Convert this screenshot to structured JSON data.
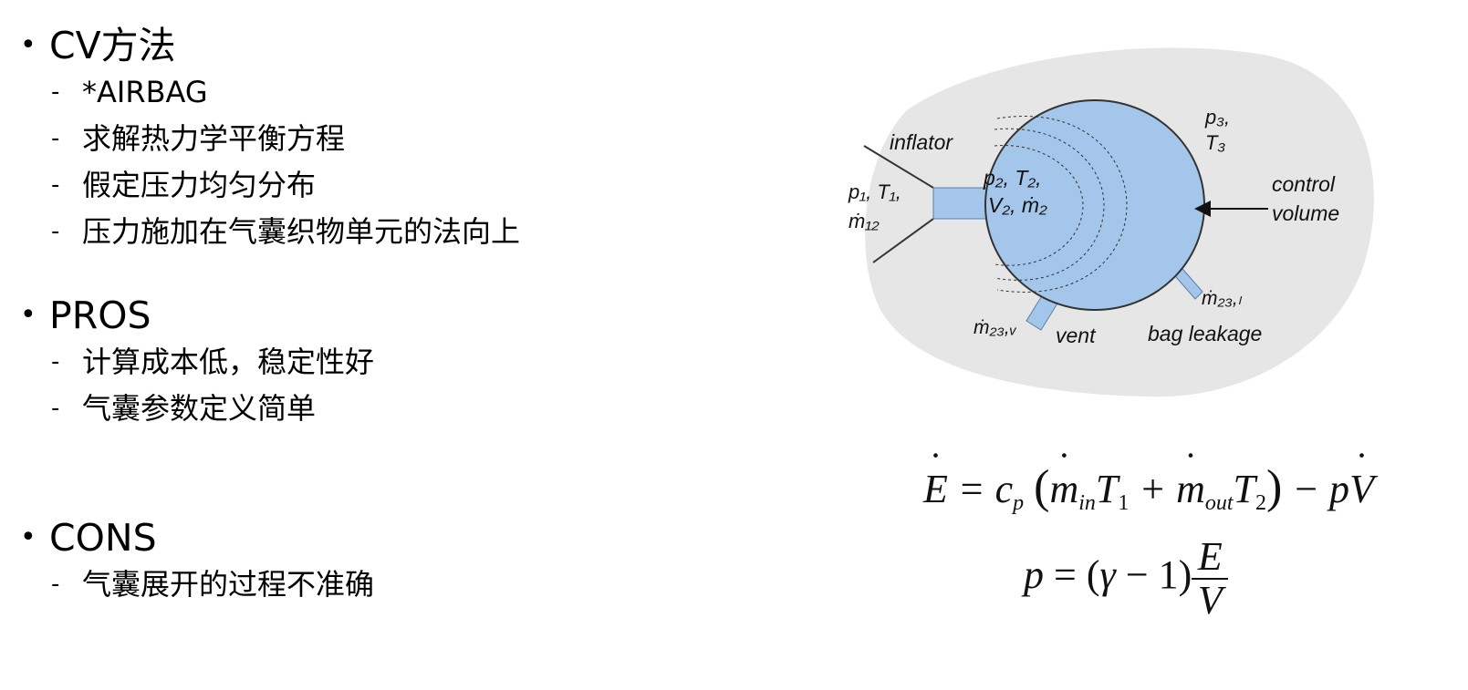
{
  "bullets": [
    {
      "heading": "CV方法",
      "items": [
        "*AIRBAG",
        "求解热力学平衡方程",
        "假定压力均匀分布",
        "压力施加在气囊织物单元的法向上"
      ]
    },
    {
      "heading": "PROS",
      "items": [
        "计算成本低，稳定性好",
        "气囊参数定义简单"
      ]
    },
    {
      "heading": "CONS",
      "items": [
        "气囊展开的过程不准确"
      ]
    }
  ],
  "diagram": {
    "inflator": "inflator",
    "p1": "p₁, T₁,",
    "m12": "ṁ₁₂",
    "p2": "p₂, T₂,",
    "v2": "V₂, ṁ₂",
    "p3": "p₃,",
    "t3": "T₃",
    "control": "control",
    "volume": "volume",
    "m23l": "ṁ₂₃,ₗ",
    "m23v": "ṁ₂₃,ᵥ",
    "vent": "vent",
    "leak": "bag leakage"
  },
  "colors": {
    "bag": "#a4c6ea",
    "background_blob": "#e6e6e6"
  }
}
